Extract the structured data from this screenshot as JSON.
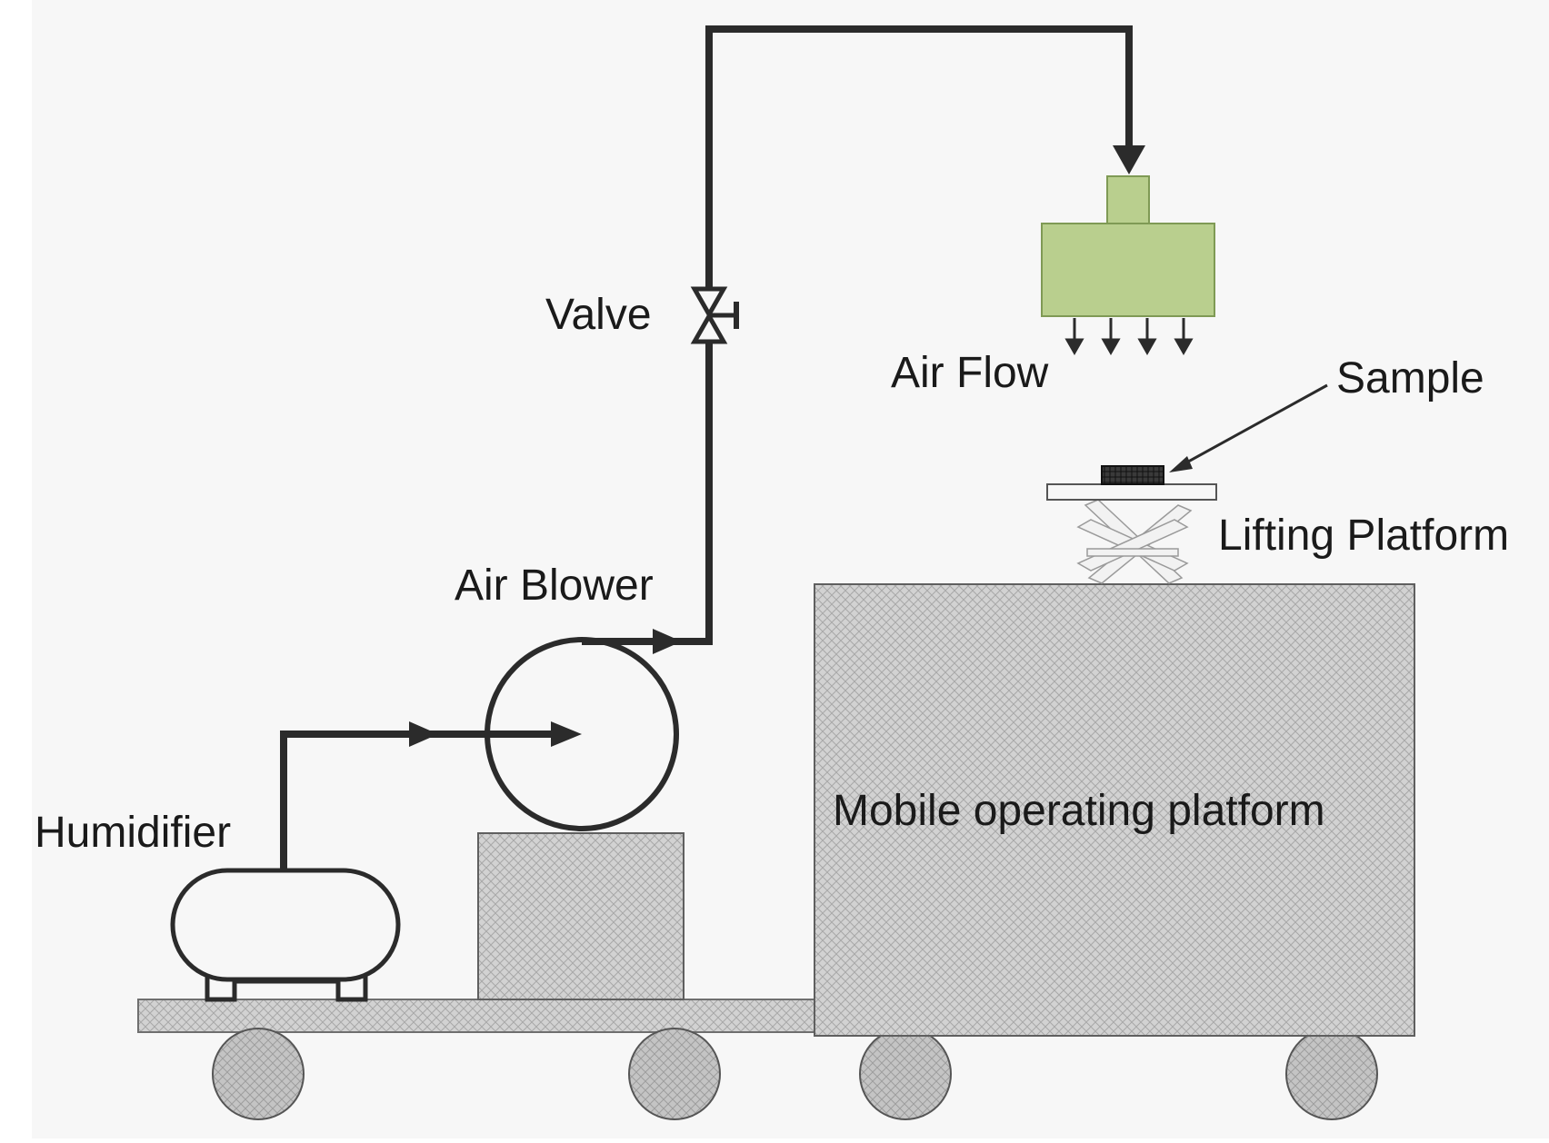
{
  "labels": {
    "valve": "Valve",
    "air_flow": "Air Flow",
    "sample": "Sample",
    "lifting_platform": "Lifting Platform",
    "air_blower": "Air Blower",
    "humidifier": "Humidifier",
    "mobile_platform": "Mobile operating platform"
  },
  "colors": {
    "background": "#f7f7f7",
    "line": "#2b2b2b",
    "hatch_fill": "#cfcfcf",
    "nozzle_fill": "#b9cf8e",
    "nozzle_stroke": "#7f9a55",
    "wheel_fill": "#c6c6c6"
  }
}
